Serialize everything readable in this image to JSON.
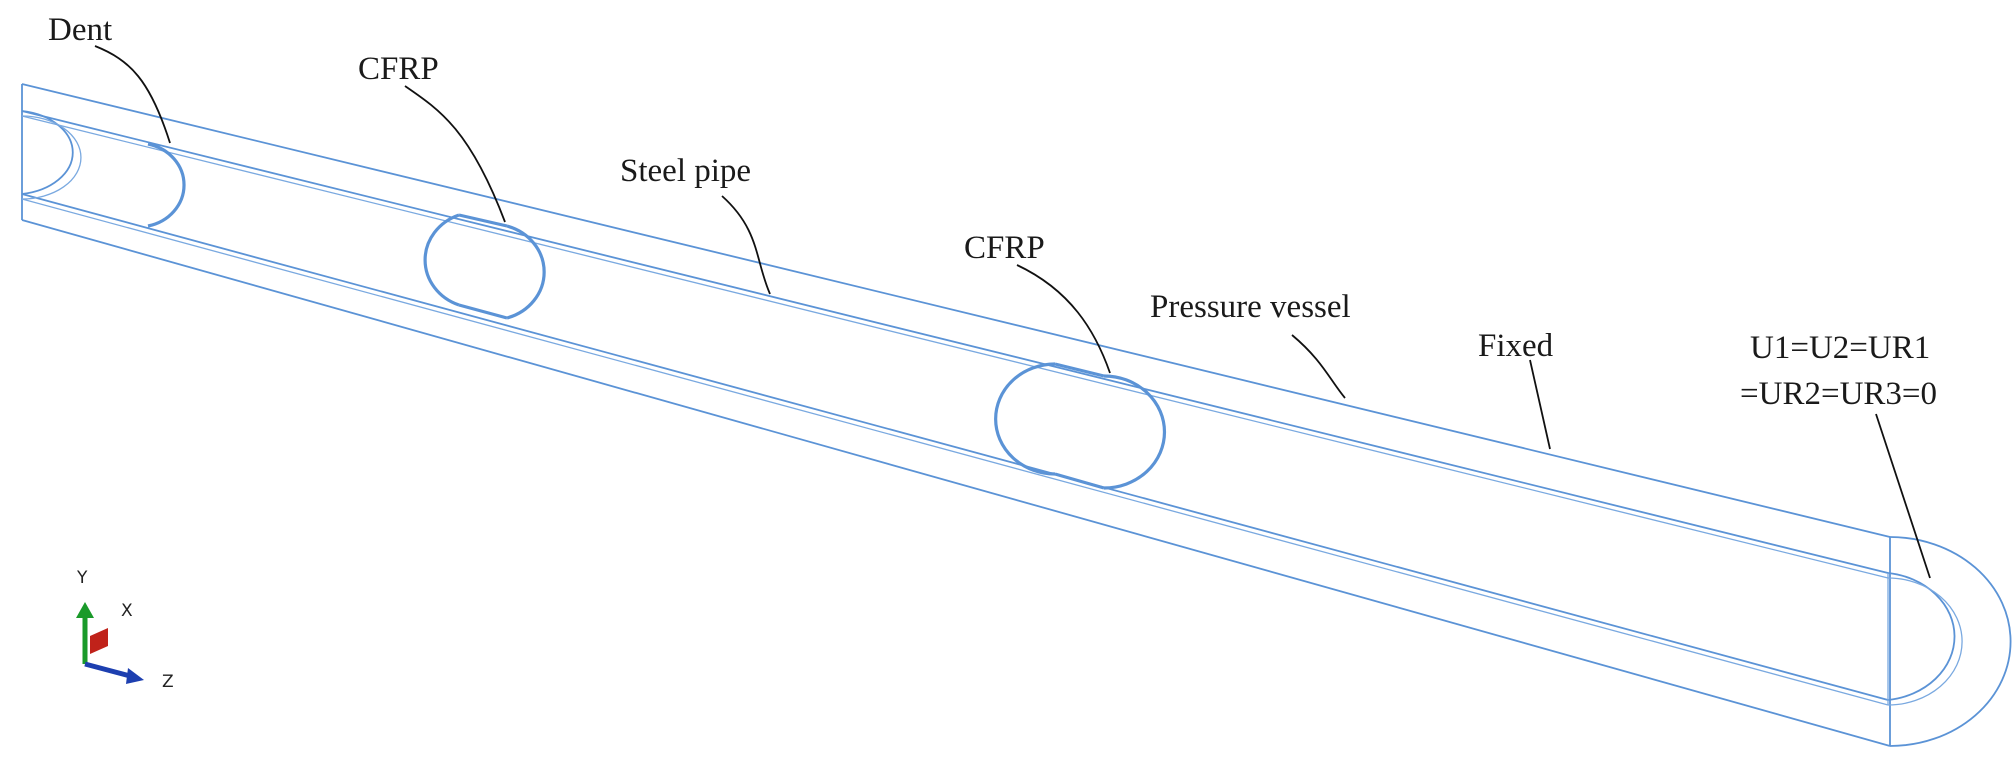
{
  "labels": {
    "dent": "Dent",
    "cfrp_left": "CFRP",
    "steel_pipe": "Steel pipe",
    "cfrp_right": "CFRP",
    "pressure_vessel": "Pressure vessel",
    "fixed": "Fixed",
    "bc_line1": "U1=U2=UR1",
    "bc_line2": "=UR2=UR3=0"
  },
  "axes_triad": {
    "y": "Y",
    "x": "X",
    "z": "Z"
  },
  "colors": {
    "pipe_outline": "#5b93d6",
    "leader": "#111111",
    "triad_y": "#1a9a2a",
    "triad_x": "#c0221a",
    "triad_z": "#1d3fb0"
  }
}
